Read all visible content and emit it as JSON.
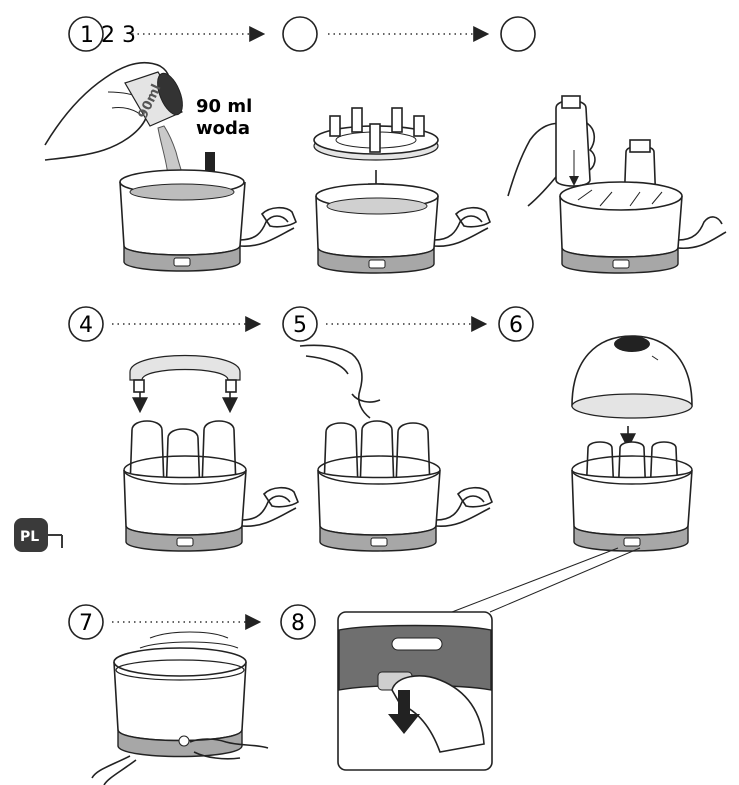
{
  "steps": {
    "row1_label": "1 2 3",
    "s4": "4",
    "s5": "5",
    "s6": "6",
    "s7": "7",
    "s8": "8"
  },
  "step1": {
    "amount": "90 ml",
    "liquid": "woda",
    "cup_marking": "90ml"
  },
  "language_badge": "PL"
}
